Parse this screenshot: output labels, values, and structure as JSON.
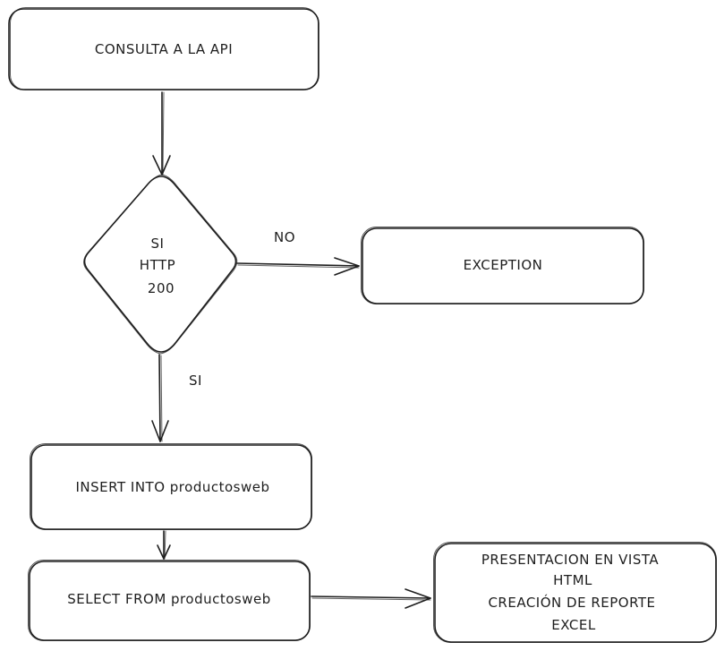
{
  "nodes": {
    "consulta_api": {
      "lines": [
        "CONSULTA A LA API"
      ]
    },
    "decision": {
      "lines": [
        "SI",
        "HTTP",
        "200"
      ]
    },
    "exception": {
      "lines": [
        "EXCEPTION"
      ]
    },
    "insert": {
      "lines": [
        "INSERT INTO productosweb"
      ]
    },
    "select": {
      "lines": [
        "SELECT FROM productosweb"
      ]
    },
    "presentacion": {
      "lines": [
        "PRESENTACION EN VISTA",
        "HTML",
        "CREACIÓN DE REPORTE",
        "EXCEL"
      ]
    }
  },
  "edges": {
    "no_label": "NO",
    "si_label": "SI"
  },
  "colors": {
    "stroke": "#1e1e1e",
    "background": "#ffffff"
  }
}
